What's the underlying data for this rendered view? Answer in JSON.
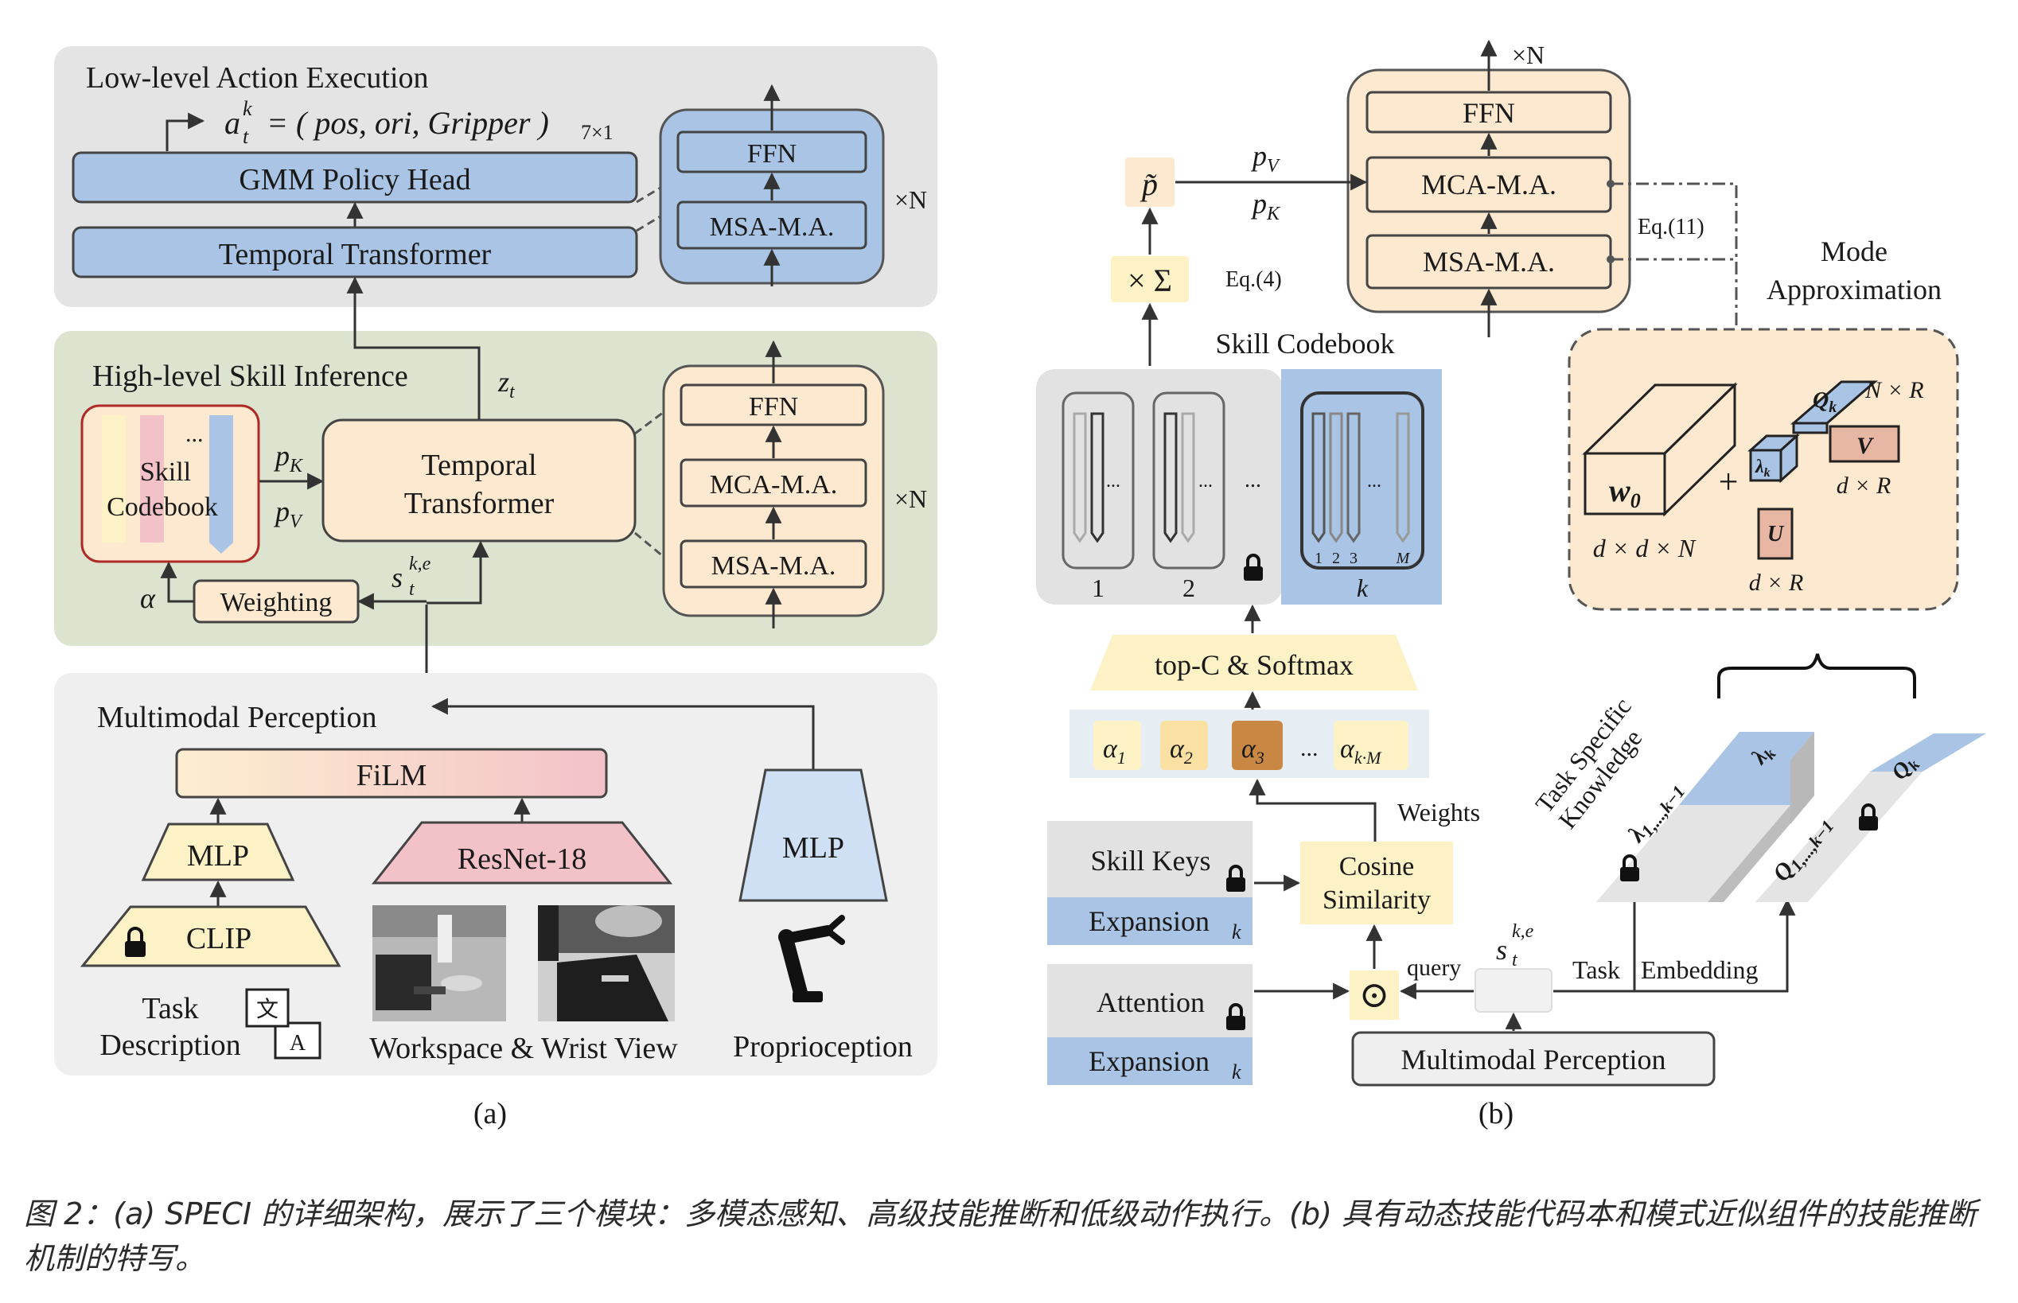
{
  "panel_a": {
    "label": "(a)",
    "low_level": {
      "title": "Low-level Action Execution",
      "action_lhs": "a",
      "action_sup": "k",
      "action_sub": "t",
      "action_rhs": "= ( pos, ori, Gripper )",
      "action_dim": "7×1",
      "gmm": "GMM Policy Head",
      "temporal": "Temporal Transformer",
      "ffn": "FFN",
      "msa": "MSA-M.A.",
      "times_n": "×N"
    },
    "high_level": {
      "title": "High-level Skill Inference",
      "codebook_line1": "Skill",
      "codebook_line2": "Codebook",
      "codebook_dots": "...",
      "pk": "p",
      "pk_sub": "K",
      "pv": "p",
      "pv_sub": "V",
      "zt": "z",
      "zt_sub": "t",
      "tt_line1": "Temporal",
      "tt_line2": "Transformer",
      "alpha": "α",
      "weighting": "Weighting",
      "s": "s",
      "s_sup": "k,e",
      "s_sub": "t",
      "ffn": "FFN",
      "mca": "MCA-M.A.",
      "msa": "MSA-M.A.",
      "times_n": "×N"
    },
    "perception": {
      "title": "Multimodal Perception",
      "film": "FiLM",
      "mlp_left": "MLP",
      "clip": "CLIP",
      "resnet": "ResNet-18",
      "mlp_right": "MLP",
      "task_line1": "Task",
      "task_line2": "Description",
      "icon_zh": "文",
      "icon_a": "A",
      "workspace": "Workspace & Wrist View",
      "proprio": "Proprioception"
    }
  },
  "panel_b": {
    "label": "(b)",
    "ffn": "FFN",
    "mca": "MCA-M.A.",
    "msa": "MSA-M.A.",
    "times_n": "×N",
    "p_tilde": "p̃",
    "pv": "p",
    "pv_sub": "V",
    "pk": "p",
    "pk_sub": "K",
    "eq11": "Eq.(11)",
    "eq4": "Eq.(4)",
    "times_sigma": "× Σ",
    "codebook_title": "Skill Codebook",
    "mode_line1": "Mode",
    "mode_line2": "Approximation",
    "mode": {
      "w0": "w",
      "w0_sub": "0",
      "w0_dim": "d × d × N",
      "plus": "+",
      "qk": "Q",
      "qk_sub": "k",
      "qk_dim": "N × R",
      "lk": "λ",
      "lk_sub": "k",
      "v": "V",
      "v_dim": "d × R",
      "u": "U",
      "u_dim": "d × R"
    },
    "cb_dots": "...",
    "cb_idx": [
      "1",
      "2",
      "k"
    ],
    "cb_inner": [
      "1",
      "2",
      "3",
      "M"
    ],
    "topc": "top-C & Softmax",
    "alphas": [
      "α",
      "α",
      "α",
      "α"
    ],
    "alpha_subs": [
      "1",
      "2",
      "3",
      "k·M"
    ],
    "alpha_dots": "...",
    "weights": "Weights",
    "skill_keys": "Skill Keys",
    "expansion": "Expansion",
    "expansion_k": "k",
    "cosine_line1": "Cosine",
    "cosine_line2": "Similarity",
    "attention": "Attention",
    "odot": "⊙",
    "query": "query",
    "s": "s",
    "s_sup": "k,e",
    "s_sub": "t",
    "task_label": "Task",
    "embedding_label": "Embedding",
    "multimodal": "Multimodal Perception",
    "tsk_line1": "Task Specific",
    "tsk_line2": "Knowledge",
    "bar_lambda_main": "λ",
    "bar_lambda_main_sub": "1,...,k−1",
    "bar_lambda_k": "λ",
    "bar_lambda_k_sub": "k",
    "bar_q_main": "Q",
    "bar_q_main_sub": "1,...,k−1",
    "bar_q_k": "Q",
    "bar_q_k_sub": "k"
  },
  "caption": "图 2：(a) SPECI 的详细架构，展示了三个模块：多模态感知、高级技能推断和低级动作执行。(b) 具有动态技能代码本和模式近似组件的技能推断机制的特写。",
  "colors": {
    "blue": "#a9c4e4",
    "cream": "#fde9cf",
    "yellow": "#fdf2c5",
    "pink": "#f3c2c8",
    "green_panel": "#dce4cf",
    "grey_panel": "#e4e4e4",
    "orange_alpha": "#c88843",
    "salmon": "#e7b7a4"
  }
}
